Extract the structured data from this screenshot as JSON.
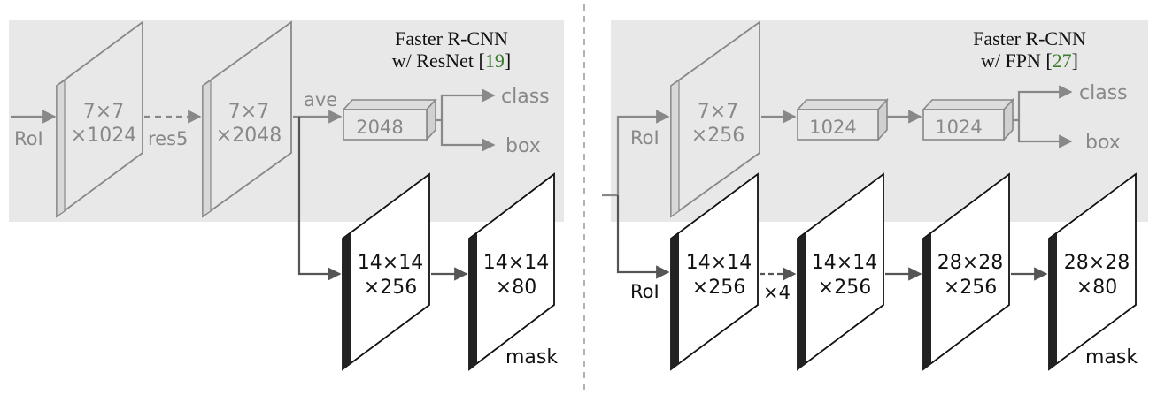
{
  "colors": {
    "panel_bg": "#e8e8e8",
    "gray": "#888888",
    "black": "#111111",
    "cite_green": "#3a7d2c"
  },
  "left": {
    "title_line1": "Faster R-CNN",
    "title_line2_prefix": "w/ ResNet [",
    "title_cite": "19",
    "title_line2_suffix": "]",
    "roi_label": "RoI",
    "res5_label": "res5",
    "ave_label": "ave",
    "plate1_line1": "7×7",
    "plate1_line2": "×1024",
    "plate2_line1": "7×7",
    "plate2_line2": "×2048",
    "box_2048": "2048",
    "class_label": "class",
    "box_label": "box",
    "mask1_line1": "14×14",
    "mask1_line2": "×256",
    "mask2_line1": "14×14",
    "mask2_line2": "×80",
    "mask_label": "mask"
  },
  "right": {
    "title_line1": "Faster R-CNN",
    "title_line2_prefix": "w/ FPN [",
    "title_cite": "27",
    "title_line2_suffix": "]",
    "roi_top_label": "RoI",
    "roi_bottom_label": "RoI",
    "plate_line1": "7×7",
    "plate_line2": "×256",
    "box_a": "1024",
    "box_b": "1024",
    "class_label": "class",
    "box_label": "box",
    "m1_line1": "14×14",
    "m1_line2": "×256",
    "x4_label": "×4",
    "m2_line1": "14×14",
    "m2_line2": "×256",
    "m3_line1": "28×28",
    "m3_line2": "×256",
    "m4_line1": "28×28",
    "m4_line2": "×80",
    "mask_label": "mask"
  }
}
